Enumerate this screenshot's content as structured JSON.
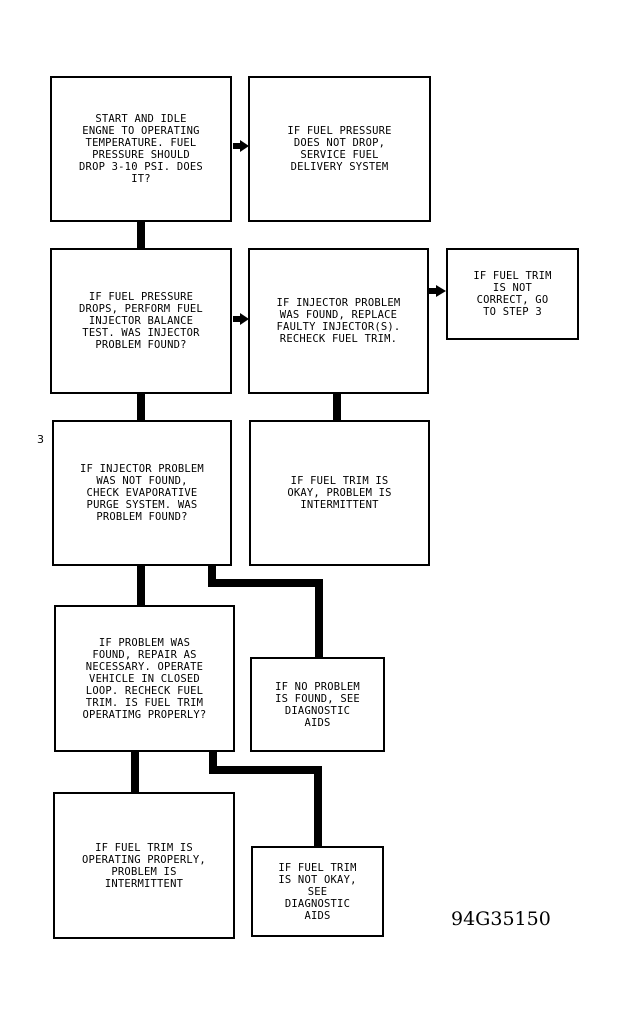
{
  "boxes": {
    "start_idle": "START AND IDLE\nENGNE TO OPERATING\nTEMPERATURE. FUEL\nPRESSURE SHOULD\nDROP 3-10 PSI. DOES\nIT?",
    "no_drop": "IF FUEL PRESSURE\nDOES NOT DROP,\nSERVICE FUEL\nDELIVERY SYSTEM",
    "balance_test": "IF FUEL PRESSURE\nDROPS, PERFORM FUEL\nINJECTOR BALANCE\nTEST. WAS INJECTOR\nPROBLEM FOUND?",
    "replace_injector": "IF INJECTOR PROBLEM\nWAS FOUND, REPLACE\nFAULTY INJECTOR(S).\nRECHECK FUEL TRIM.",
    "trim_not_correct": "IF FUEL TRIM\nIS NOT\nCORRECT, GO\nTO STEP 3",
    "evap_purge": "IF INJECTOR PROBLEM\nWAS NOT FOUND,\nCHECK EVAPORATIVE\nPURGE SYSTEM. WAS\nPROBLEM FOUND?",
    "trim_okay_intermittent": "IF FUEL TRIM IS\nOKAY, PROBLEM IS\nINTERMITTENT",
    "repair_closed_loop": "IF PROBLEM WAS\nFOUND, REPAIR AS\nNECESSARY. OPERATE\nVEHICLE IN CLOSED\nLOOP. RECHECK FUEL\nTRIM. IS FUEL TRIM\nOPERATIMG PROPERLY?",
    "no_problem_aids": "IF NO PROBLEM\nIS FOUND, SEE\nDIAGNOSTIC\nAIDS",
    "trim_operating_intermittent": "IF FUEL TRIM IS\nOPERATING PROPERLY,\nPROBLEM IS\nINTERMITTENT",
    "trim_not_okay_aids": "IF FUEL TRIM\nIS NOT OKAY,\nSEE\nDIAGNOSTIC\nAIDS"
  },
  "step_label": "3",
  "figure_id": "94G35150",
  "colors": {
    "line": "#000000",
    "background": "#ffffff"
  }
}
